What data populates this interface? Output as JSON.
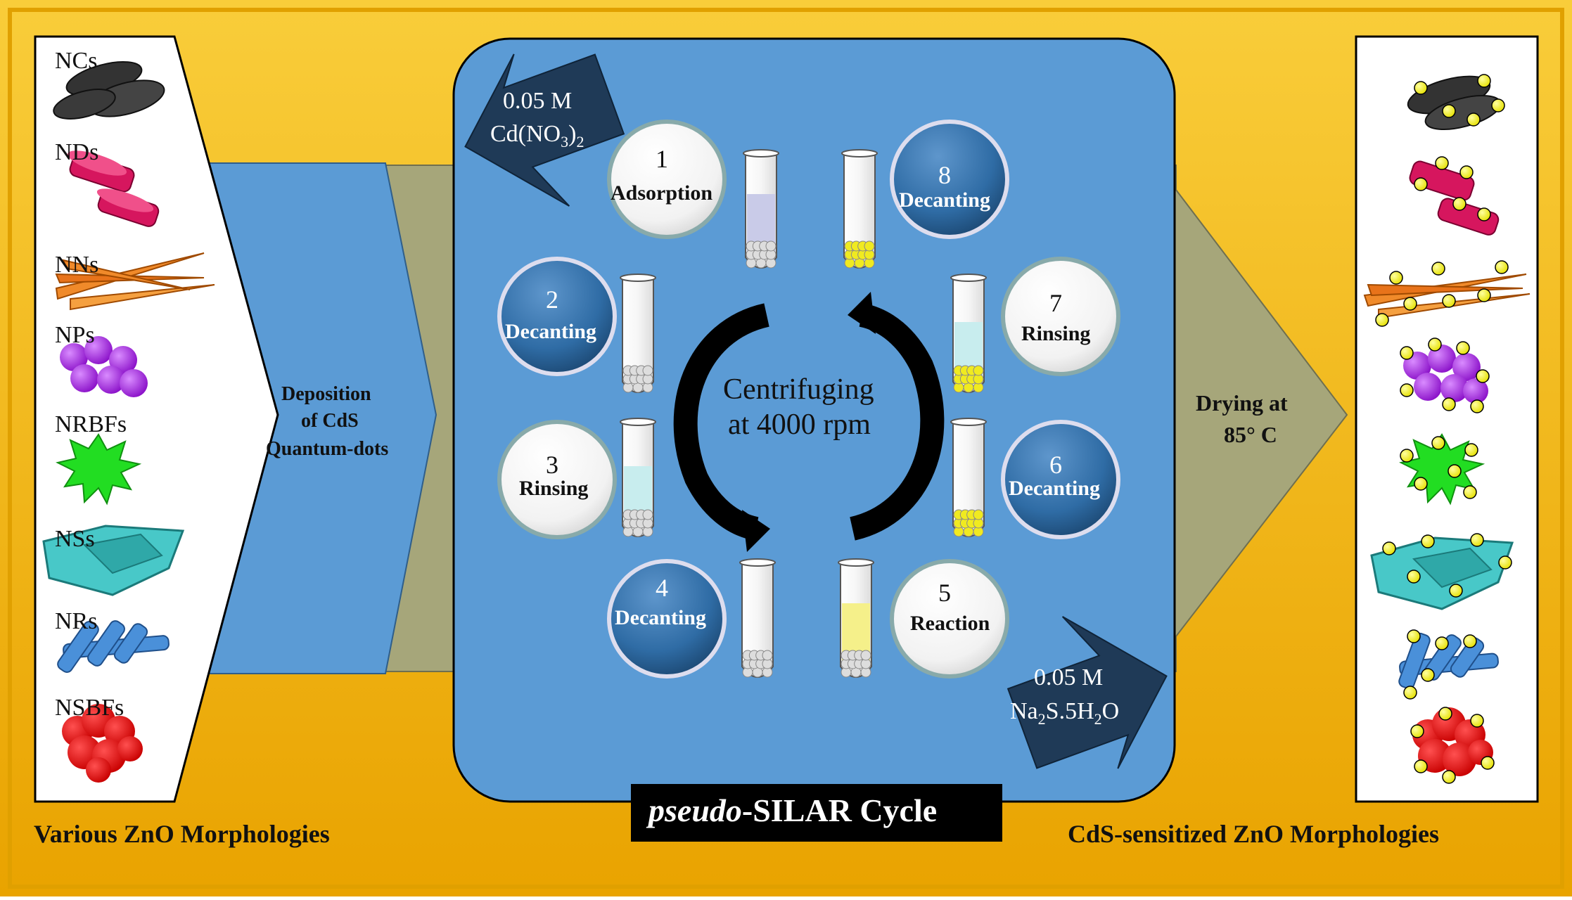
{
  "left_panel": {
    "morphologies": [
      "NCs",
      "NDs",
      "NNs",
      "NPs",
      "NRBFs",
      "NSs",
      "NRs",
      "NSBFs"
    ],
    "caption": "Various ZnO Morphologies"
  },
  "deposition_arrow": {
    "line1": "Deposition",
    "line2": "of CdS",
    "line3": "Quantum-dots"
  },
  "cycle": {
    "center_line1": "Centrifuging",
    "center_line2": "at 4000 rpm",
    "title_italic": "pseudo",
    "title_rest": "-SILAR Cycle",
    "steps": [
      {
        "num": "1",
        "label": "Adsorption"
      },
      {
        "num": "2",
        "label": "Decanting"
      },
      {
        "num": "3",
        "label": "Rinsing"
      },
      {
        "num": "4",
        "label": "Decanting"
      },
      {
        "num": "5",
        "label": "Reaction"
      },
      {
        "num": "6",
        "label": "Decanting"
      },
      {
        "num": "7",
        "label": "Rinsing"
      },
      {
        "num": "8",
        "label": "Decanting"
      }
    ],
    "reagent_in": {
      "line1": "0.05 M",
      "line2_main": "Cd(NO",
      "line2_sub1": "3",
      "line2_close": ")",
      "line2_sub2": "2"
    },
    "reagent_out": {
      "line1": "0.05 M",
      "line2_a": "Na",
      "line2_sub1": "2",
      "line2_b": "S.5H",
      "line2_sub2": "2",
      "line2_c": "O"
    }
  },
  "drying_arrow": {
    "line1": "Drying at",
    "line2": "85° C"
  },
  "right_panel": {
    "caption": "CdS-sensitized ZnO Morphologies"
  },
  "colors": {
    "background_top": "#F7C52F",
    "background_bottom": "#E8A800",
    "blue_arrow": "#5B9BD5",
    "olive_arrow": "#A6A67A",
    "cycle_panel": "#5B9BD5",
    "dark_arrow": "#1F3A57",
    "dark_step": "#2E6DA4",
    "light_step": "#F2F2F2"
  }
}
